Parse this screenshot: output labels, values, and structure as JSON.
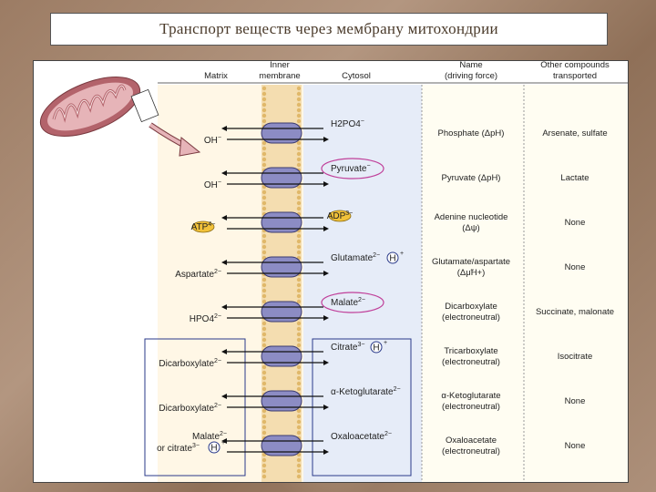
{
  "title": "Транспорт веществ через мембрану митохондрии",
  "headers": {
    "matrix": "Matrix",
    "inner_membrane_1": "Inner",
    "inner_membrane_2": "membrane",
    "cytosol": "Cytosol",
    "name_1": "Name",
    "name_2": "(driving force)",
    "other_1": "Other compounds",
    "other_2": "transported"
  },
  "rows": [
    {
      "matrix": "OH",
      "matrix_sup": "−",
      "cytosol": "H2PO4",
      "cytosol_sup": "−",
      "name_1": "Phosphate (ΔpH)",
      "name_2": "",
      "other": "Arsenate, sulfate"
    },
    {
      "matrix": "OH",
      "matrix_sup": "−",
      "cytosol": "Pyruvate",
      "cytosol_sup": "−",
      "name_1": "Pyruvate (ΔpH)",
      "name_2": "",
      "other": "Lactate"
    },
    {
      "matrix": "ATP",
      "matrix_sup": "4−",
      "cytosol": "ADP",
      "cytosol_sup": "3−",
      "name_1": "Adenine nucleotide",
      "name_2": "(Δψ)",
      "other": "None"
    },
    {
      "matrix": "Aspartate",
      "matrix_sup": "2−",
      "cytosol": "Glutamate",
      "cytosol_sup": "2−",
      "name_1": "Glutamate/aspartate",
      "name_2": "(Δμ̃H+)",
      "other": "None"
    },
    {
      "matrix": "HPO4",
      "matrix_sup": "2−",
      "cytosol": "Malate",
      "cytosol_sup": "2−",
      "name_1": "Dicarboxylate",
      "name_2": "(electroneutral)",
      "other": "Succinate, malonate"
    },
    {
      "matrix": "Dicarboxylate",
      "matrix_sup": "2−",
      "cytosol": "Citrate",
      "cytosol_sup": "3−",
      "name_1": "Tricarboxylate",
      "name_2": "(electroneutral)",
      "other": "Isocitrate"
    },
    {
      "matrix": "Dicarboxylate",
      "matrix_sup": "2−",
      "cytosol": "α-Ketoglutarate",
      "cytosol_sup": "2−",
      "name_1": "α-Ketoglutarate",
      "name_2": "(electroneutral)",
      "other": "None"
    },
    {
      "matrix": "Malate",
      "matrix_sup": "2−",
      "matrix_2": "or citrate",
      "matrix_2_sup": "3−",
      "cytosol": "Oxaloacetate",
      "cytosol_sup": "2−",
      "name_1": "Oxaloacetate",
      "name_2": "(electroneutral)",
      "other": "None"
    }
  ],
  "proton": "H",
  "proton_sup": "+",
  "colors": {
    "membrane": "#f4ddb0",
    "carrier": "#8c8cc4",
    "cytosol_bg": "#e6ecf8",
    "highlight": "#c0409a",
    "mito_outer": "#b3636b",
    "mito_inner": "#e6b4b8",
    "arrow": "#c0404a"
  },
  "icons": [
    "mitochondrion-icon",
    "callout-arrow-icon"
  ]
}
